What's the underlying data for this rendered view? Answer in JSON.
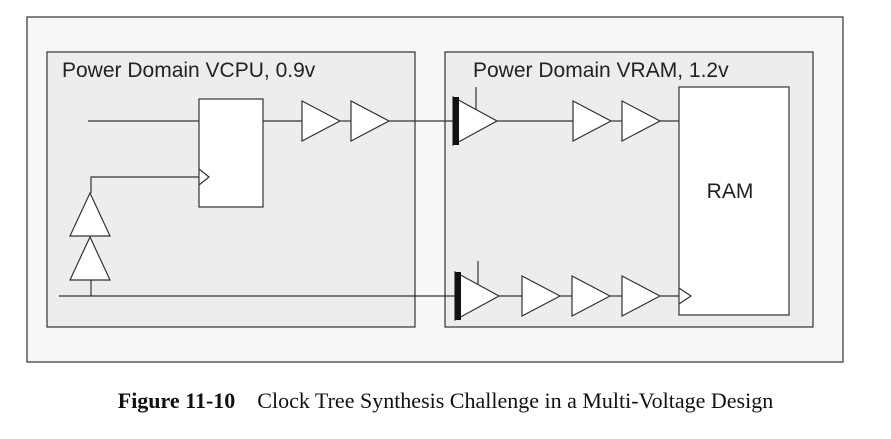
{
  "diagram": {
    "domain_left_label": "Power Domain VCPU, 0.9v",
    "domain_right_label": "Power Domain VRAM, 1.2v",
    "ram_label": "RAM",
    "colors": {
      "outer_fill": "#f7f7f7",
      "domain_fill": "#ededed",
      "stroke": "#333333",
      "level_shifter_bar": "#111111"
    }
  },
  "caption": {
    "figure_label": "Figure 11-10",
    "title": "Clock Tree Synthesis Challenge in a Multi-Voltage Design"
  }
}
